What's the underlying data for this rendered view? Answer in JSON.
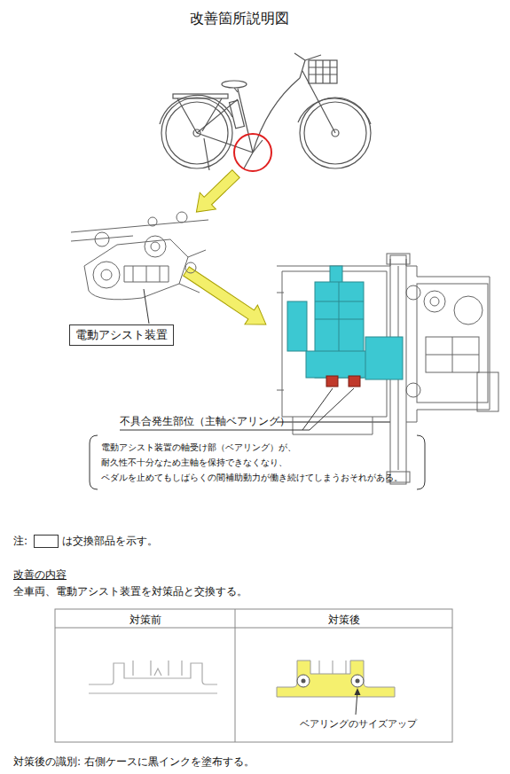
{
  "diagram": {
    "title": "改善箇所説明図",
    "nodes": [
      {
        "text": [
          "電動アシスト装置"
        ]
      },
      {
        "text": [
          "不具合発生部位（主軸ベアリング）",
          "電動アシスト装置の軸受け部（ベアリング）が、 耐久性不十分なため主軸を保持できなくなり、 ペダルを止めてもしばらくの間補助動力が働き続けてしまうおそれがある。"
        ]
      }
    ],
    "labels": [
      "注:",
      "改善の内容",
      "全車両、電動アシスト装置を対策品と交換する。",
      "対策前",
      "対策後",
      "ベアリングのサイズアップ",
      "対策後の識別: 右側ケースに黒インクを塗布する。"
    ],
    "legend": [
      {
        "text": "は交換部品を示す。"
      }
    ]
  }
}
